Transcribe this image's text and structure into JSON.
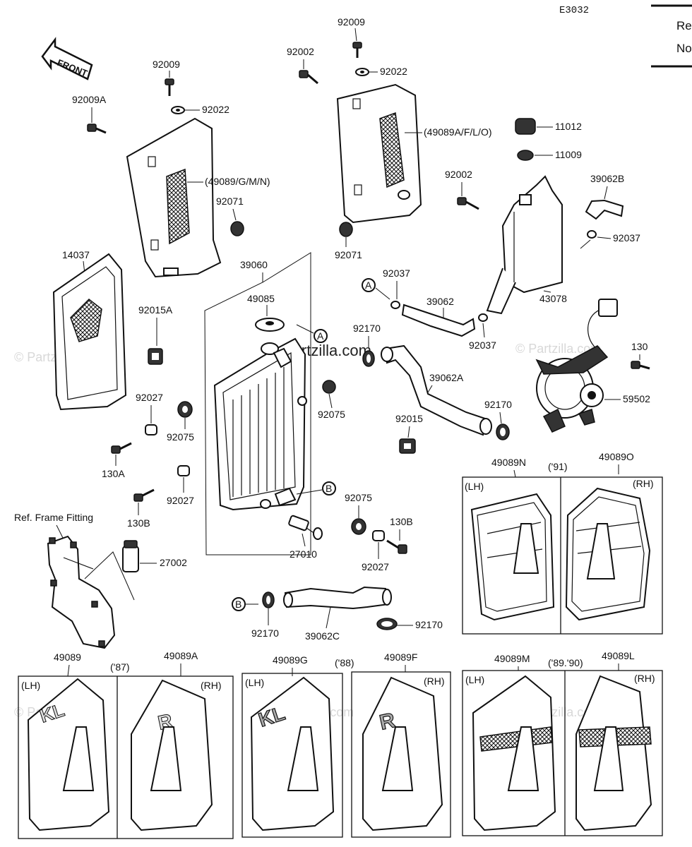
{
  "diagram_code": "E3032",
  "corner_note": [
    "Re",
    "No"
  ],
  "front_arrow_label": "FRONT",
  "watermark": "© Partzilla.com",
  "center_watermark": "Partzilla.com",
  "ref_frame_fitting": "Ref. Frame Fitting",
  "parts": {
    "p92009_top": "92009",
    "p92022_top": "92022",
    "p92002_top": "92002",
    "p49089AFLO": "(49089A/F/L/O)",
    "p11012": "11012",
    "p11009": "11009",
    "p92009_left": "92009",
    "p92022_left": "92022",
    "p92009A": "92009A",
    "p49089GMN": "(49089/G/M/N)",
    "p92071_left": "92071",
    "p92071_right": "92071",
    "p92002_right": "92002",
    "p39062B": "39062B",
    "p92037_right": "92037",
    "p14037": "14037",
    "p39060": "39060",
    "p49085": "49085",
    "p92037_mid": "92037",
    "p39062": "39062",
    "p43078": "43078",
    "p92037_low": "92037",
    "p92015A": "92015A",
    "p92170_top": "92170",
    "p130": "130",
    "p39062A": "39062A",
    "p92075_mid": "92075",
    "p59502": "59502",
    "p92027_a": "92027",
    "p92075_left": "92075",
    "p92015": "92015",
    "p92170_mid": "92170",
    "p130A": "130A",
    "p92027_b": "92027",
    "p130B_left": "130B",
    "p92075_low": "92075",
    "p130B_right": "130B",
    "p27010": "27010",
    "p27002": "27002",
    "p92027_c": "92027",
    "p92170_b": "92170",
    "p39062C": "39062C",
    "p92170_c": "92170"
  },
  "markers": {
    "a": "A",
    "b": "B"
  },
  "panel_sets": [
    {
      "left_code": "49089N",
      "right_code": "49089O",
      "year": "('91)",
      "lh": "(LH)",
      "rh": "(RH)"
    },
    {
      "left_code": "49089",
      "right_code": "49089A",
      "year": "('87)",
      "lh": "(LH)",
      "rh": "(RH)"
    },
    {
      "left_code": "49089G",
      "right_code": "49089F",
      "year": "('88)",
      "lh": "(LH)",
      "rh": "(RH)"
    },
    {
      "left_code": "49089M",
      "right_code": "49089L",
      "year": "('89.'90)",
      "lh": "(LH)",
      "rh": "(RH)"
    }
  ],
  "decal_text": {
    "kl": "KL",
    "r": "R"
  }
}
